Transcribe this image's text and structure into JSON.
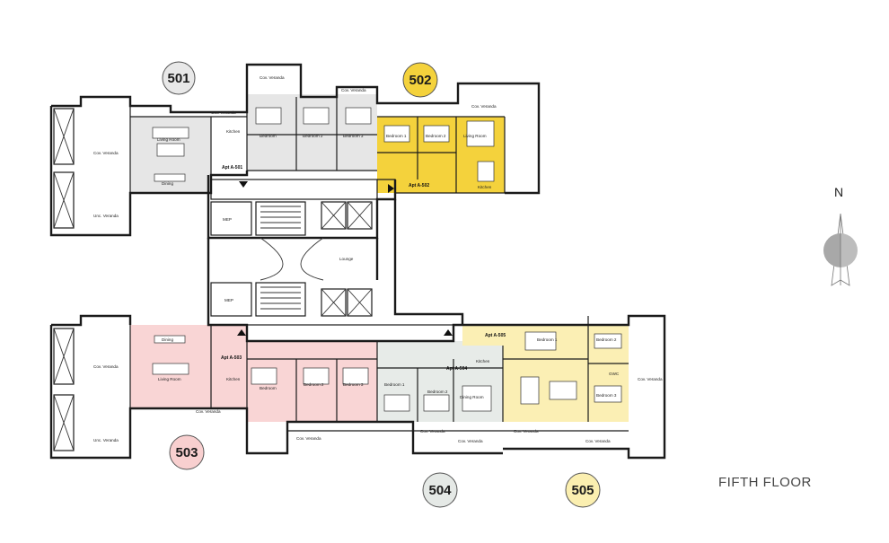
{
  "floor_title": "FIFTH FLOOR",
  "north_label": "N",
  "apartments": {
    "a501": {
      "badge": "501",
      "tag": "Apt A-501",
      "color": "#e6e6e6",
      "badge_color": "#e8e8e8"
    },
    "a502": {
      "badge": "502",
      "tag": "Apt A-502",
      "color": "#f4d23c",
      "badge_color": "#f4d23c"
    },
    "a503": {
      "badge": "503",
      "tag": "Apt A-503",
      "color": "#f9d5d5",
      "badge_color": "#f8cfcf"
    },
    "a504": {
      "badge": "504",
      "tag": "Apt A-504",
      "color": "#e7ebe8",
      "badge_color": "#e5e9e6"
    },
    "a505": {
      "badge": "505",
      "tag": "Apt A-505",
      "color": "#fbefb4",
      "badge_color": "#fbefb0"
    }
  },
  "rooms": {
    "cov_veranda": "Cov. Veranda",
    "unc_veranda": "Unc. Veranda",
    "living_room": "Living Room",
    "dining": "Dining",
    "kitchen": "Kitchen",
    "bedroom": "Bedroom",
    "bedroom_1": "Bedroom 1",
    "bedroom_2": "Bedroom 2",
    "bedroom_3": "Bedroom 3",
    "mep": "MEP",
    "lounge": "Lounge",
    "gwc": "GWC",
    "dining_room": "Dining Room"
  }
}
